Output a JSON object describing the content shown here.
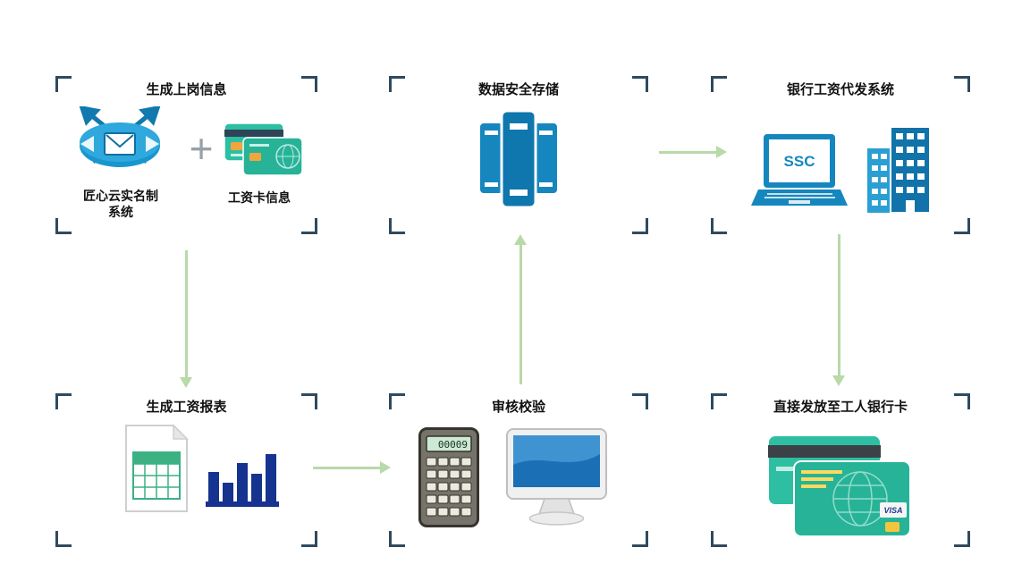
{
  "panels": {
    "generate_onboarding": {
      "title": "生成上岗信息",
      "system_label": "匠心云实名制\n系统",
      "plus": "+",
      "card_label": "工资卡信息"
    },
    "secure_storage": {
      "title": "数据安全存储"
    },
    "bank_payroll": {
      "title": "银行工资代发系统",
      "laptop_screen_text": "SSC"
    },
    "payroll_report": {
      "title": "生成工资报表"
    },
    "audit_check": {
      "title": "审核校验",
      "calculator_display": "00009"
    },
    "distribute_cards": {
      "title": "直接发放至工人银行卡",
      "card_brand": "VISA"
    }
  },
  "colors": {
    "bracket": "#2e4a5f",
    "arrow": "#b8d9a8",
    "icon_blue": "#1687be",
    "card_teal": "#2ebfa3",
    "chart_navy": "#16338f",
    "sheet_green": "#3cb184"
  }
}
